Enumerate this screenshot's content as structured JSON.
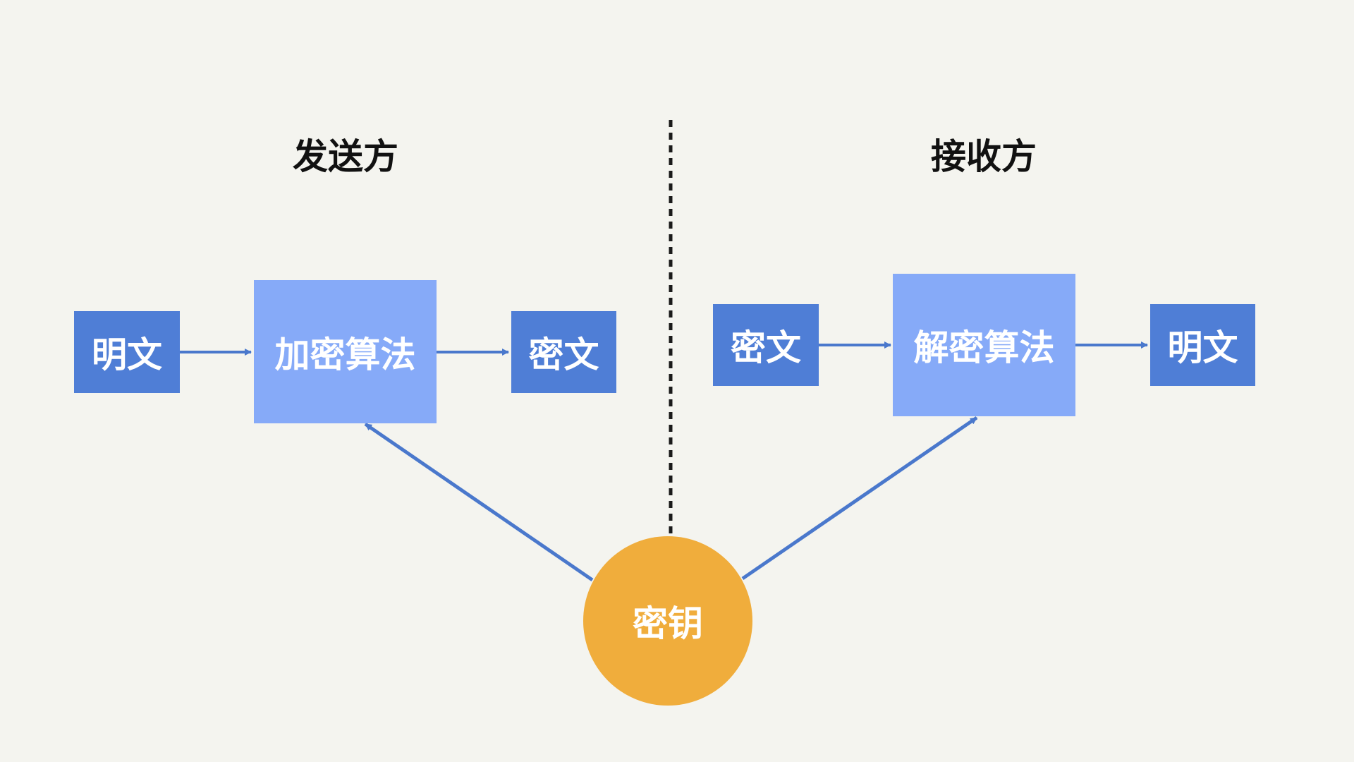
{
  "sender": {
    "title": "发送方",
    "plaintext": "明文",
    "algorithm": "加密算法",
    "ciphertext": "密文"
  },
  "receiver": {
    "title": "接收方",
    "ciphertext": "密文",
    "algorithm": "解密算法",
    "plaintext": "明文"
  },
  "key": "密钥",
  "colors": {
    "background": "#f4f4ef",
    "data_box": "#4f7ed6",
    "algorithm_box": "#86aaf8",
    "key_node": "#f0ad3c",
    "arrow": "#4a78cc",
    "divider": "#1a1a1a"
  }
}
